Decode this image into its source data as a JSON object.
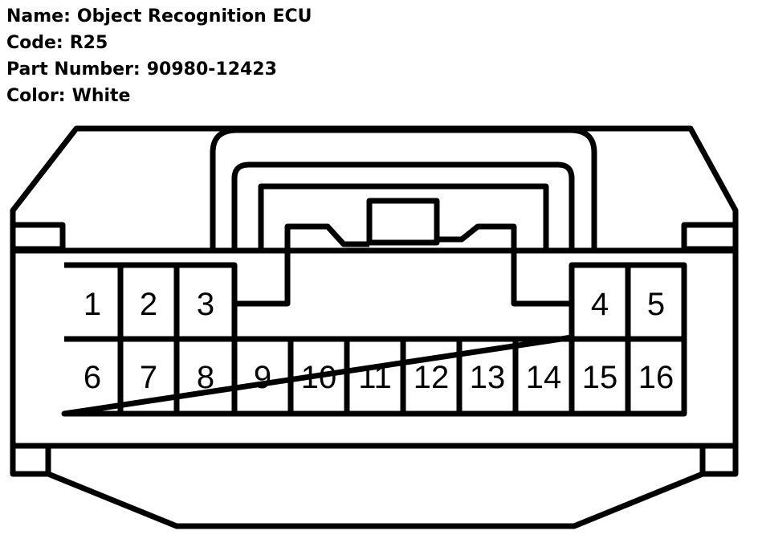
{
  "info": {
    "name_label": "Name:",
    "name_value": "Object Recognition ECU",
    "code_label": "Code:",
    "code_value": "R25",
    "part_label": "Part Number:",
    "part_value": "90980-12423",
    "color_label": "Color:",
    "color_value": "White"
  },
  "pins": {
    "top_left": [
      "1",
      "2",
      "3"
    ],
    "top_right": [
      "4",
      "5"
    ],
    "bottom": [
      "6",
      "7",
      "8",
      "9",
      "10",
      "11",
      "12",
      "13",
      "14",
      "15",
      "16"
    ]
  },
  "colors": {
    "outline": "#000000",
    "background": "#ffffff"
  }
}
